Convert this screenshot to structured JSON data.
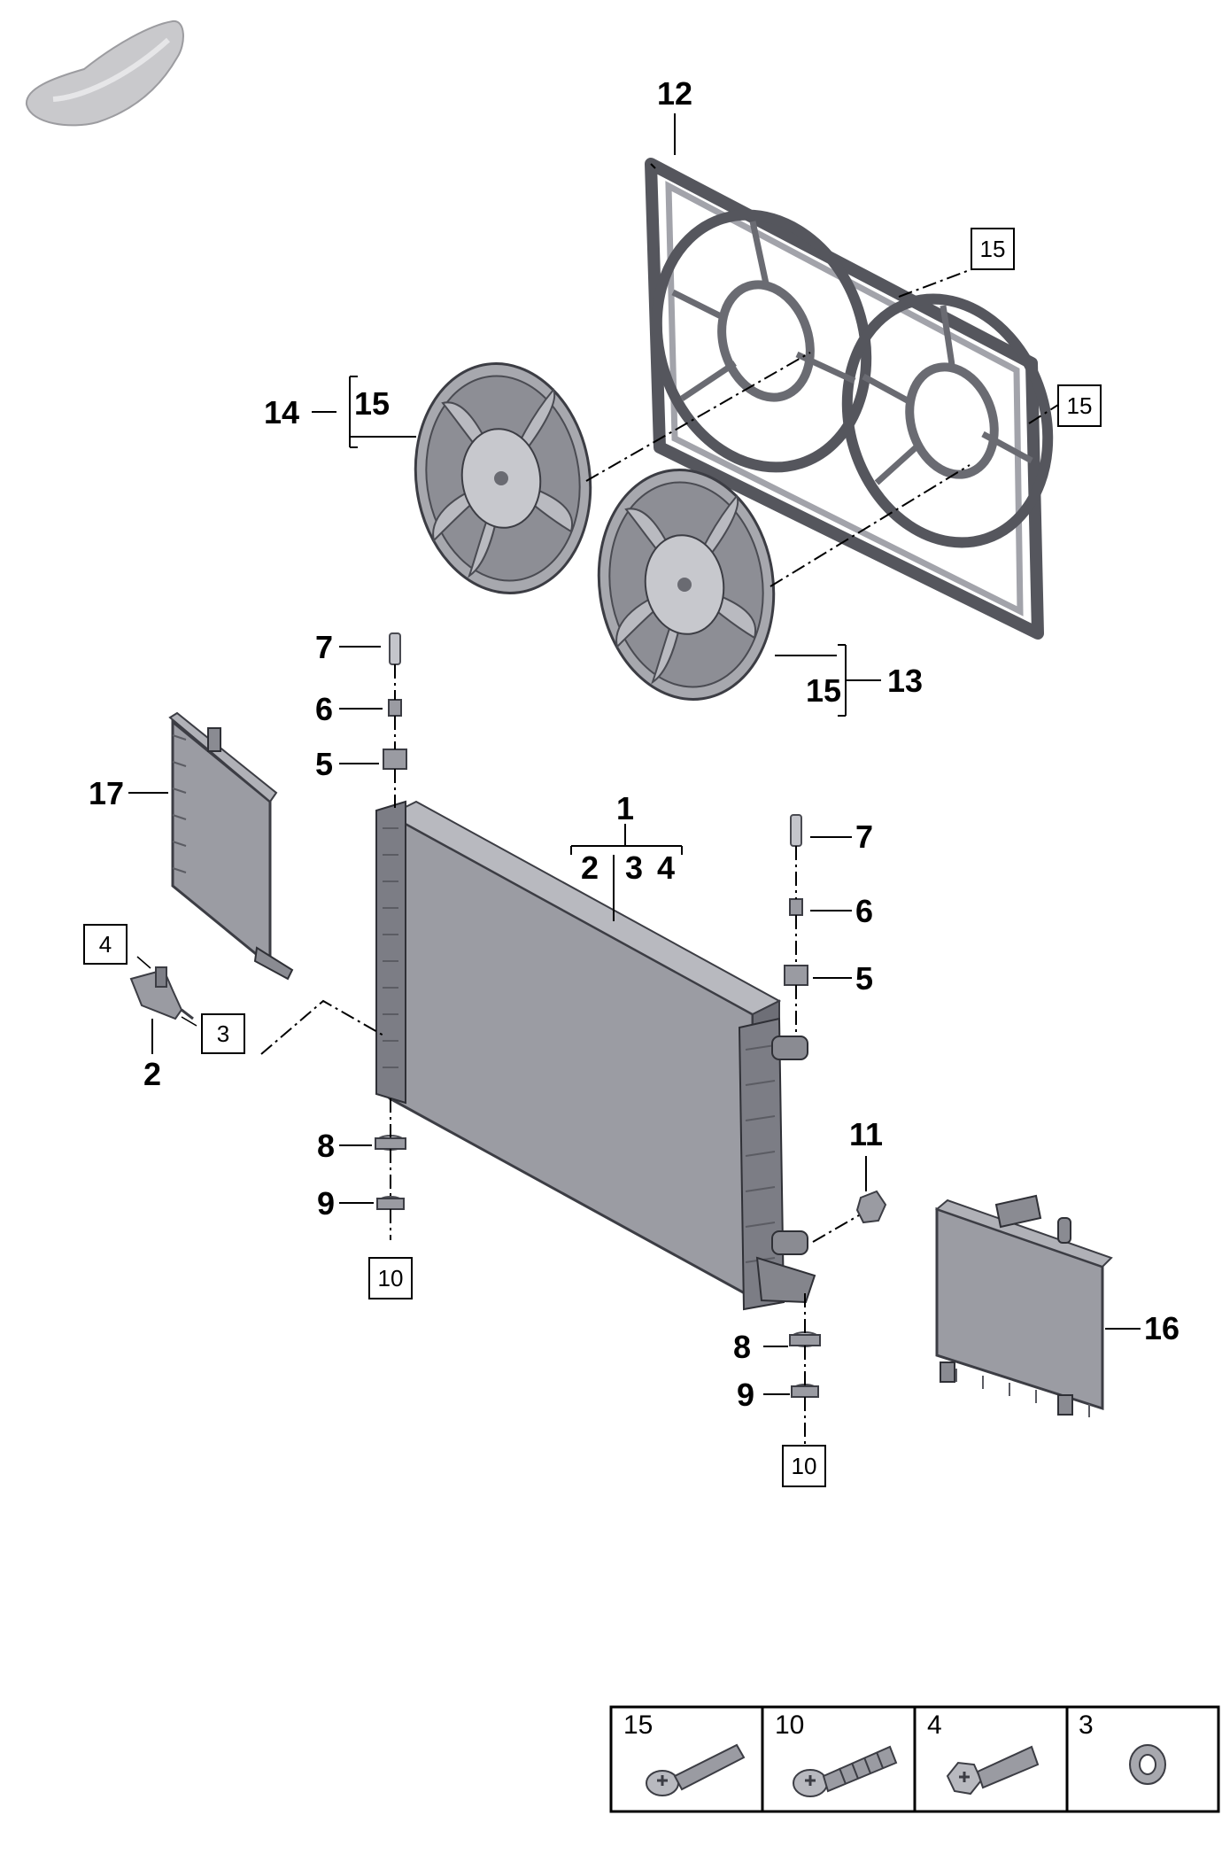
{
  "callouts": {
    "c1": "1",
    "c2_sub": "2",
    "c3_sub": "3",
    "c4_sub": "4",
    "c2": "2",
    "c5_left": "5",
    "c6_left": "6",
    "c7_left": "7",
    "c5_right": "5",
    "c6_right": "6",
    "c7_right": "7",
    "c8_left": "8",
    "c9_left": "9",
    "c8_right": "8",
    "c9_right": "9",
    "c11": "11",
    "c12": "12",
    "c13": "13",
    "c14": "14",
    "c15_left": "15",
    "c15_right": "15",
    "c16": "16",
    "c17": "17"
  },
  "boxed_refs": {
    "b4": "4",
    "b3": "3",
    "b10_left": "10",
    "b10_right": "10",
    "b15_top": "15",
    "b15_mid": "15"
  },
  "legend": [
    "15",
    "10",
    "4",
    "3"
  ],
  "icons": {
    "vehicle": "car-silhouette-icon",
    "fan": "fan-icon",
    "radiator": "radiator-icon",
    "screw": "screw-icon",
    "washer": "washer-icon"
  },
  "colors": {
    "part_fill": "#9a9ba2",
    "part_outline": "#3c3d44",
    "frame": "#55565d"
  }
}
